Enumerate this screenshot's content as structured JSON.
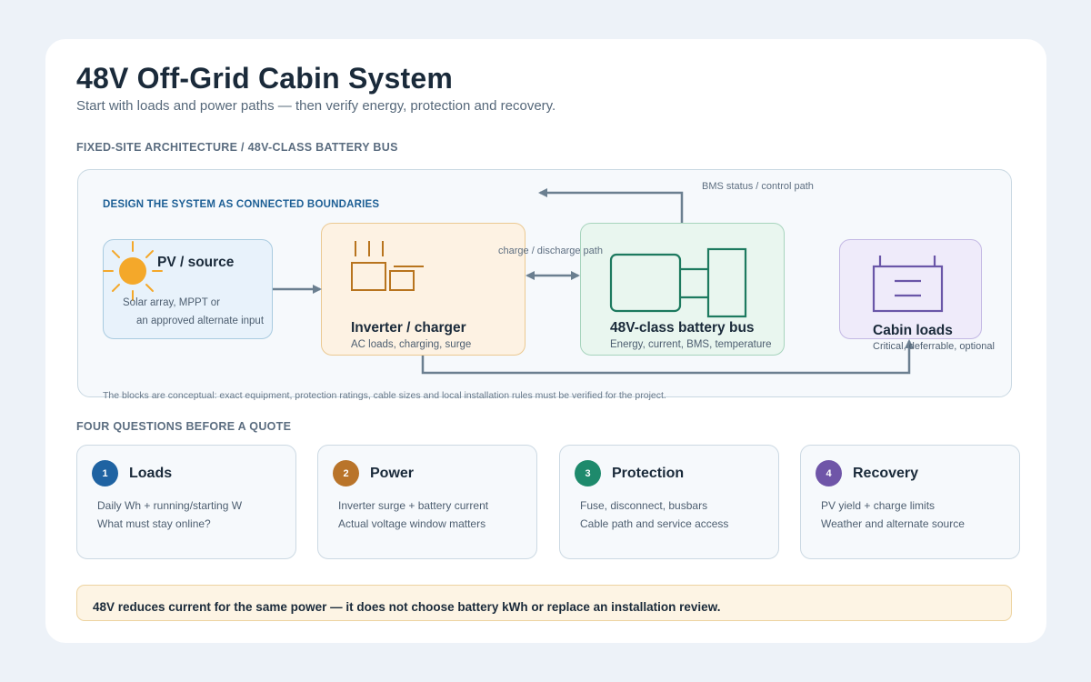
{
  "header": {
    "title": "48V Off-Grid Cabin System",
    "subtitle": "Start with loads and power paths — then verify energy, protection and recovery."
  },
  "architecture": {
    "section_label": "FIXED-SITE ARCHITECTURE / 48V-CLASS BATTERY BUS",
    "panel_heading": "DESIGN THE SYSTEM AS CONNECTED BOUNDARIES",
    "footnote": "The blocks are conceptual: exact equipment, protection ratings, cable sizes and local installation rules must be verified for the project.",
    "nodes": {
      "pv": {
        "title": "PV / source",
        "desc_line1": "Solar array, MPPT or",
        "desc_line2": "an approved alternate input",
        "icon": "sun-icon"
      },
      "inverter": {
        "title": "Inverter / charger",
        "desc": "AC loads, charging, surge",
        "icon": "inverter-icon"
      },
      "battery": {
        "title": "48V-class battery bus",
        "desc": "Energy, current, BMS, temperature",
        "icon": "battery-bus-icon"
      },
      "loads": {
        "title": "Cabin loads",
        "desc": "Critical, deferrable, optional",
        "icon": "load-panel-icon"
      }
    },
    "edges": {
      "charge_discharge": "charge / discharge path",
      "bms": "BMS status / control path"
    }
  },
  "questions": {
    "section_label": "FOUR QUESTIONS BEFORE A QUOTE",
    "items": [
      {
        "number": "1",
        "title": "Loads",
        "line1": "Daily Wh + running/starting W",
        "line2": "What must stay online?",
        "color": "#1f63a2"
      },
      {
        "number": "2",
        "title": "Power",
        "line1": "Inverter surge + battery current",
        "line2": "Actual voltage window matters",
        "color": "#b9742a"
      },
      {
        "number": "3",
        "title": "Protection",
        "line1": "Fuse, disconnect, busbars",
        "line2": "Cable path and service access",
        "color": "#1e8a6c"
      },
      {
        "number": "4",
        "title": "Recovery",
        "line1": "PV yield + charge limits",
        "line2": "Weather and alternate source",
        "color": "#6f55a8"
      }
    ]
  },
  "note": {
    "text": "48V reduces current for the same power — it does not choose battery kWh or replace an installation review."
  },
  "colors": {
    "accent_blue": "#1d5f95",
    "arrow": "#6b7f90",
    "inverter_icon": "#b8741e",
    "battery_icon": "#1d7a5f",
    "loads_icon": "#6a56a8",
    "sun": "#f4a82a"
  }
}
